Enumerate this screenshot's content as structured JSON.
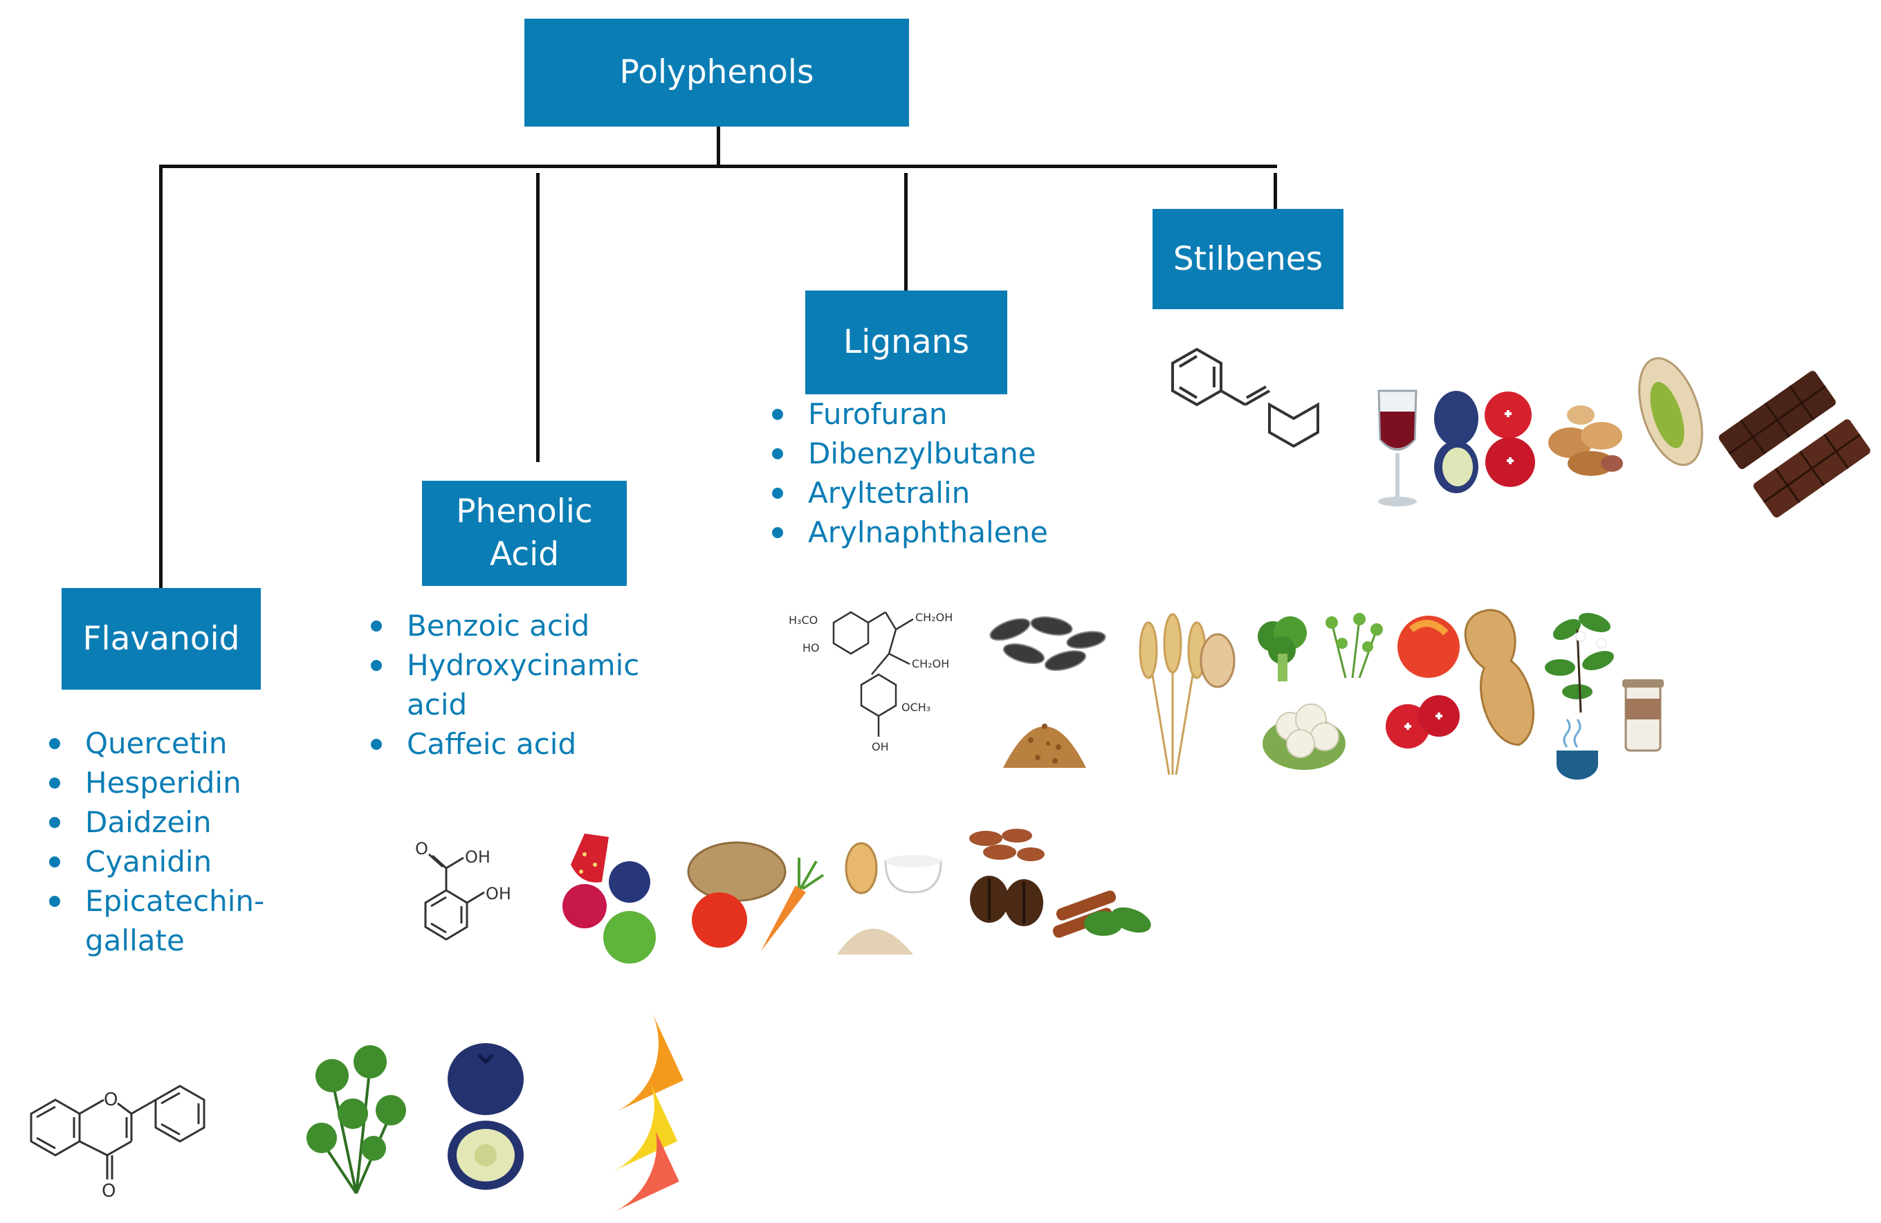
{
  "root": {
    "label": "Polyphenols"
  },
  "colors": {
    "box": "#0b7db5",
    "text_blue": "#0b7db5",
    "connector": "#111111"
  },
  "classes": {
    "flavanoid": {
      "label": "Flavanoid",
      "items": [
        "Quercetin",
        "Hesperidin",
        "Daidzein",
        "Cyanidin",
        "Epicatechin-gallate"
      ],
      "illustrations": [
        "flavone-structure",
        "parsley-icon",
        "blueberry-icon",
        "citrus-slices-icon"
      ]
    },
    "phenolic_acid": {
      "label": "Phenolic Acid",
      "items": [
        "Benzoic acid",
        "Hydroxycinamic acid",
        "Caffeic acid"
      ],
      "structure_labels": {
        "carboxyl": "OH",
        "hydroxyl": "OH"
      },
      "illustrations": [
        "salicylic-acid-structure",
        "berries-icon",
        "potato-tomato-carrot-icon",
        "grain-flour-icon",
        "coffee-cinnamon-icon"
      ]
    },
    "lignans": {
      "label": "Lignans",
      "items": [
        "Furofuran",
        "Dibenzylbutane",
        "Aryltetralin",
        "Arylnaphthalene"
      ],
      "structure_labels": [
        "H₃CO",
        "HO",
        "CH₂OH",
        "CH₂OH",
        "OCH₃",
        "OH"
      ],
      "illustrations": [
        "secoisolariciresinol-structure",
        "sunflower-seeds-icon",
        "flaxseed-icon",
        "wheat-icon",
        "broccoli-cauliflower-icon",
        "peach-cranberry-icon",
        "peanut-icon",
        "tea-coffee-icon"
      ]
    },
    "stilbenes": {
      "label": "Stilbenes",
      "items": [],
      "illustrations": [
        "stilbene-structure",
        "red-wine-icon",
        "blueberry-cranberry-icon",
        "peanuts-icon",
        "pistachio-icon",
        "chocolate-icon"
      ]
    }
  }
}
